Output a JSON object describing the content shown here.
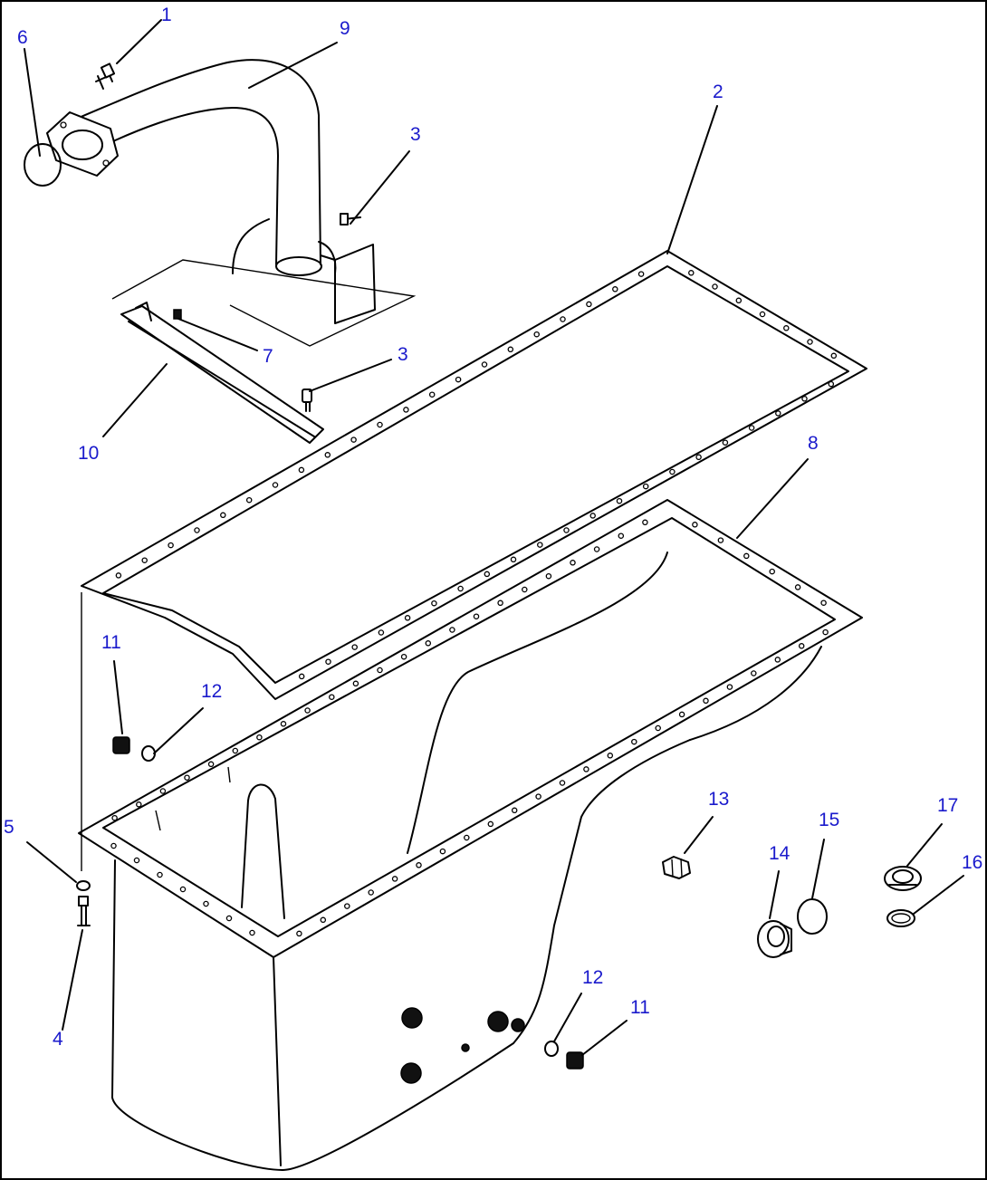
{
  "diagram": {
    "callouts": [
      {
        "id": "c1",
        "text": "1"
      },
      {
        "id": "c6",
        "text": "6"
      },
      {
        "id": "c9",
        "text": "9"
      },
      {
        "id": "c2",
        "text": "2"
      },
      {
        "id": "c3a",
        "text": "3"
      },
      {
        "id": "c7",
        "text": "7"
      },
      {
        "id": "c3b",
        "text": "3"
      },
      {
        "id": "c10",
        "text": "10"
      },
      {
        "id": "c8",
        "text": "8"
      },
      {
        "id": "c11a",
        "text": "11"
      },
      {
        "id": "c12a",
        "text": "12"
      },
      {
        "id": "c5",
        "text": "5"
      },
      {
        "id": "c4",
        "text": "4"
      },
      {
        "id": "c13",
        "text": "13"
      },
      {
        "id": "c14",
        "text": "14"
      },
      {
        "id": "c15",
        "text": "15"
      },
      {
        "id": "c17",
        "text": "17"
      },
      {
        "id": "c16",
        "text": "16"
      },
      {
        "id": "c12b",
        "text": "12"
      },
      {
        "id": "c11b",
        "text": "11"
      }
    ]
  }
}
